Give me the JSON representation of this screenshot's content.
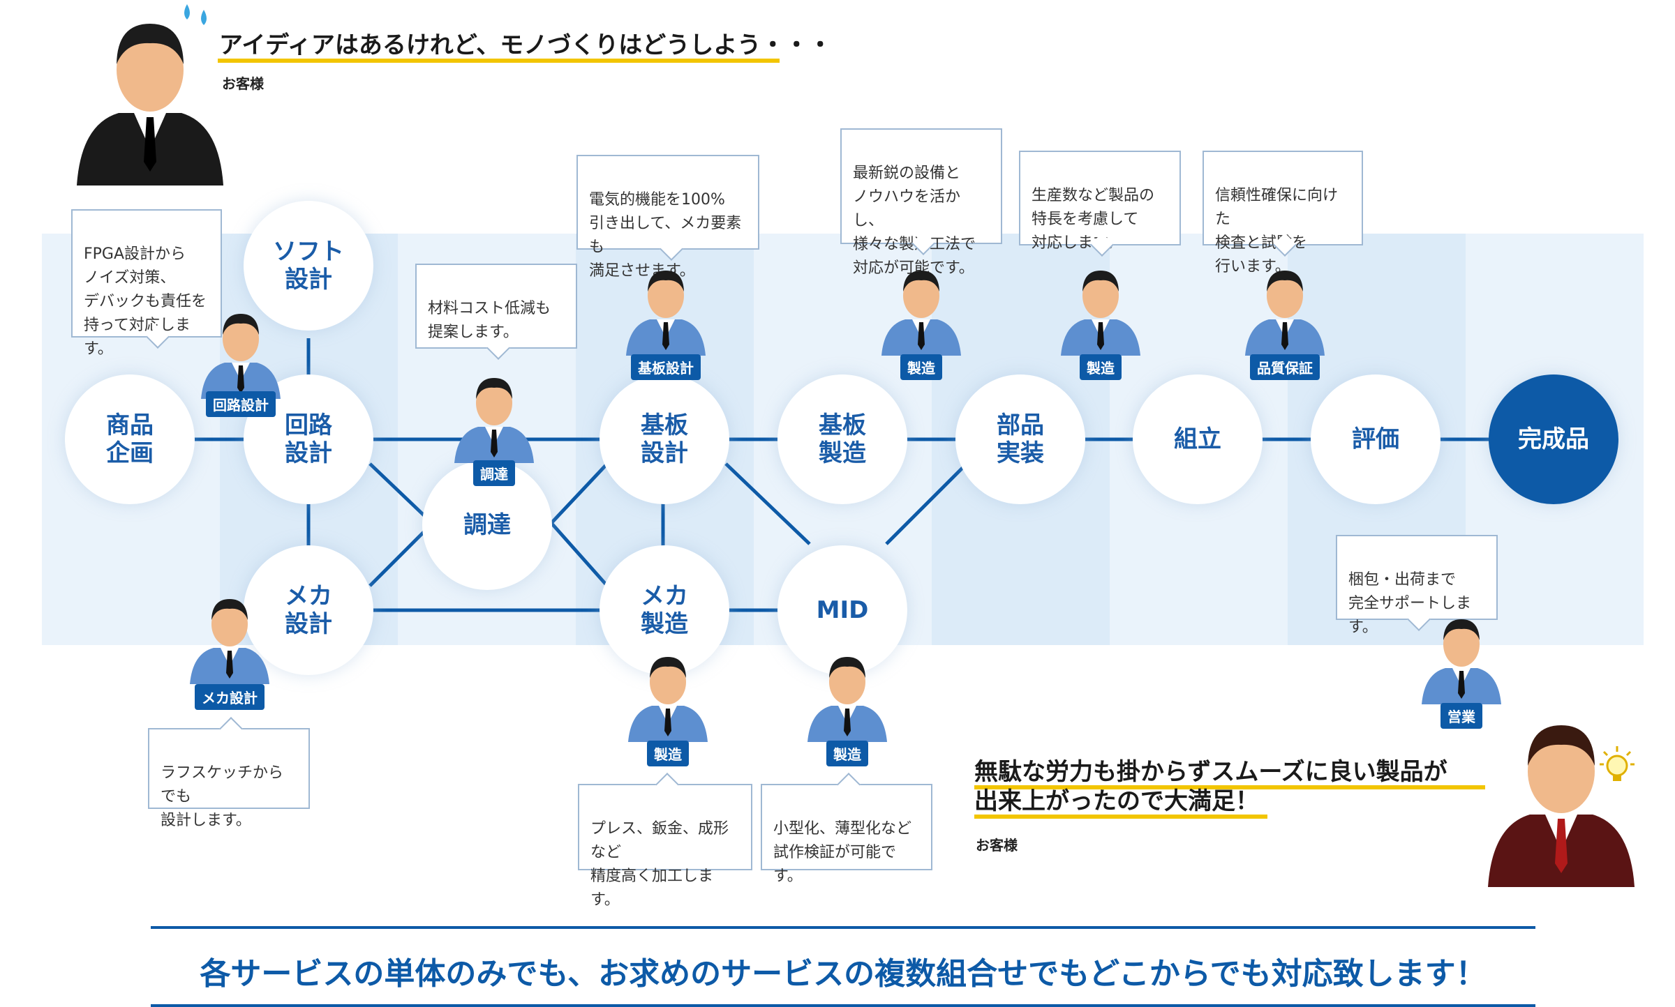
{
  "customer_top": {
    "headline": "アイディアはあるけれど、モノづくりはどうしよう・・・",
    "label": "お客様"
  },
  "customer_bottom": {
    "headline": "無駄な労力も掛からずスムーズに良い製品が\n出来上がったので大満足！",
    "label": "お客様"
  },
  "nodes": {
    "shohin": "商品\n企画",
    "soft": "ソフト\n設計",
    "kairo": "回路\n設計",
    "meka": "メカ\n設計",
    "chotatsu": "調達",
    "kiban_sekkei": "基板\n設計",
    "meka_seizo": "メカ\n製造",
    "kiban_seizo": "基板\n製造",
    "mid": "MID",
    "buhin": "部品\n実装",
    "kumitate": "組立",
    "hyoka": "評価",
    "kanseihin": "完成品"
  },
  "callouts": {
    "kairo": "FPGA設計から\nノイズ対策、\nデバックも責任を\n持って対応します。",
    "chotatsu": "材料コスト低減も\n提案します。",
    "kiban_sekkei": "電気的機能を100%\n引き出して、メカ要素も\n満足させます。",
    "kiban_seizo": "最新鋭の設備と\nノウハウを活かし、\n様々な製造工法で\n対応が可能です。",
    "buhin": "生産数など製品の\n特長を考慮して\n対応します。",
    "hyoka": "信頼性確保に向けた\n検査と試験を\n行います。",
    "meka": "ラフスケッチからでも\n設計します。",
    "meka_seizo": "プレス、鈑金、成形など\n精度高く加工します。",
    "mid": "小型化、薄型化など\n試作検証が可能です。",
    "eigyo": "梱包・出荷まで\n完全サポートします。"
  },
  "badges": {
    "kairo": "回路設計",
    "chotatsu": "調達",
    "kiban_sekkei": "基板設計",
    "kiban_seizo": "製造",
    "buhin": "製造",
    "hyoka": "品質保証",
    "meka": "メカ設計",
    "meka_seizo": "製造",
    "mid": "製造",
    "eigyo": "営業"
  },
  "icons": {
    "sweat": "sweat-drop-icon",
    "idea": "lightbulb-icon"
  },
  "footer": "各サービスの単体のみでも、お求めのサービスの複数組合せでもどこからでも対応致します！",
  "colors": {
    "brand": "#0d5aa7",
    "node_text": "#1a5ca8",
    "highlight": "#f2c500",
    "band_light": "#eaf3fb",
    "band_mid": "#dcebf8"
  }
}
